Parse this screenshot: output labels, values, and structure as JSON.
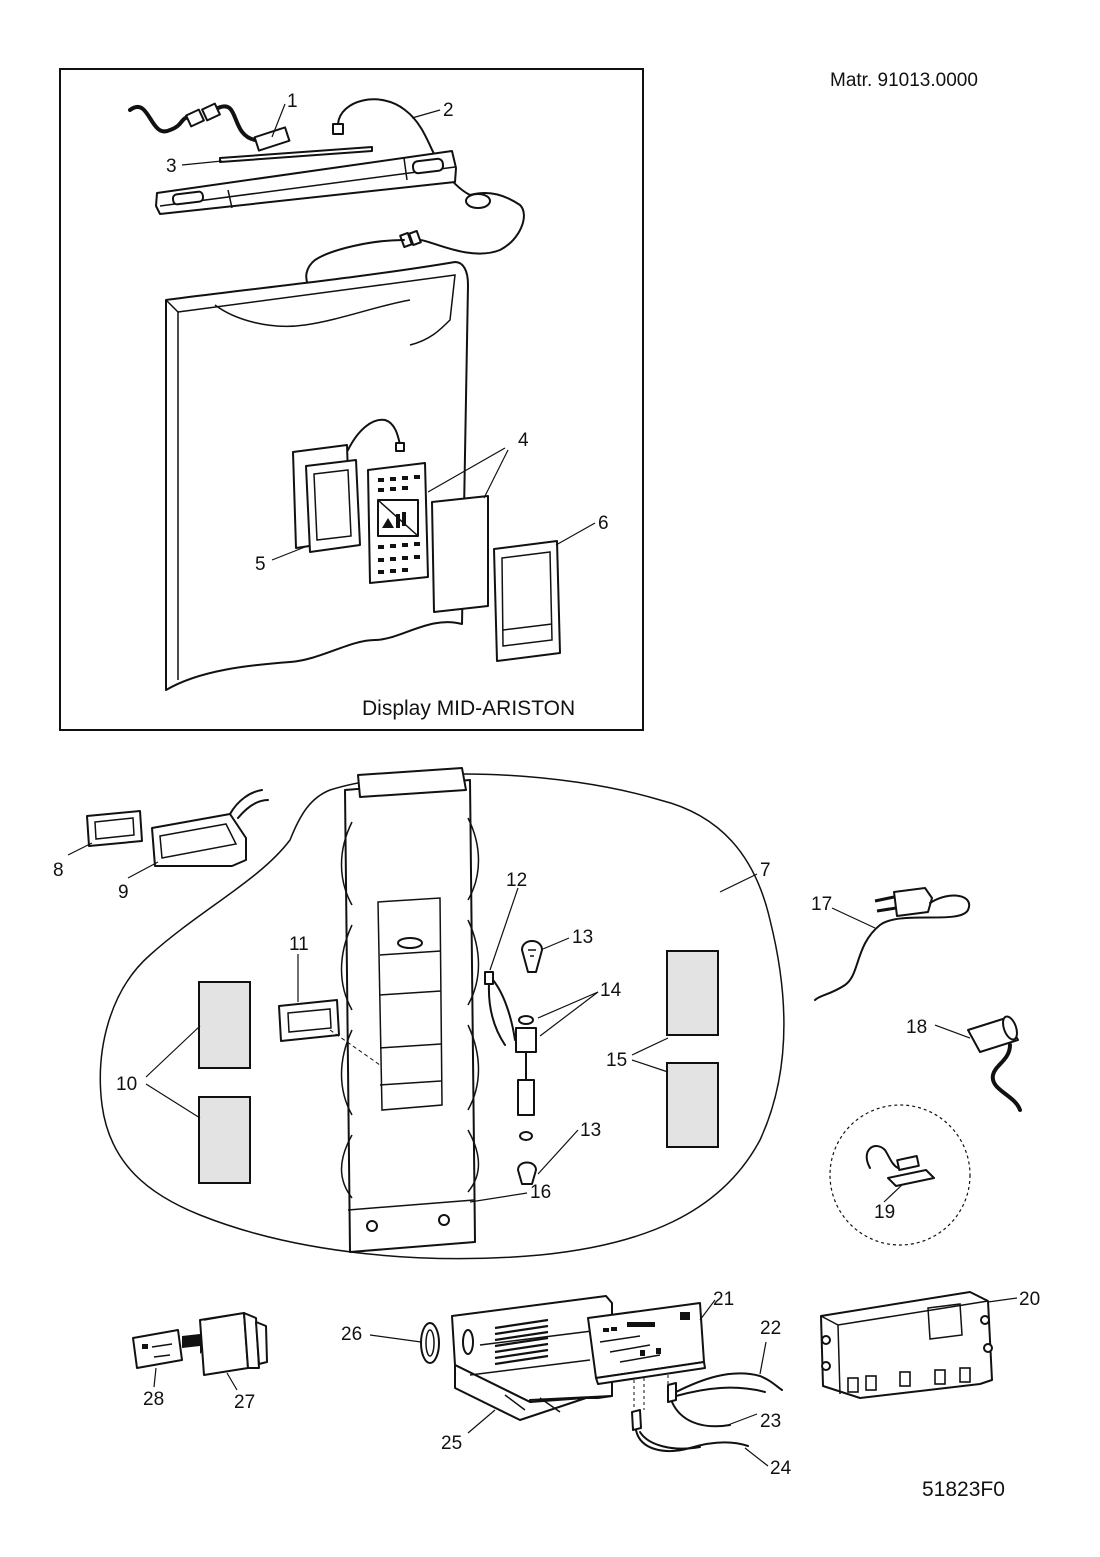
{
  "header": {
    "material_code": "Matr. 91013.0000",
    "drawing_code": "51823F0"
  },
  "inset": {
    "caption": "Display MID-ARISTON"
  },
  "callouts": {
    "c1": "1",
    "c2": "2",
    "c3": "3",
    "c4": "4",
    "c5": "5",
    "c6": "6",
    "c7": "7",
    "c8": "8",
    "c9": "9",
    "c10": "10",
    "c11": "11",
    "c12": "12",
    "c13a": "13",
    "c13b": "13",
    "c14": "14",
    "c15": "15",
    "c16": "16",
    "c17": "17",
    "c18": "18",
    "c19": "19",
    "c20": "20",
    "c21": "21",
    "c22": "22",
    "c23": "23",
    "c24": "24",
    "c25": "25",
    "c26": "26",
    "c27": "27",
    "c28": "28"
  }
}
